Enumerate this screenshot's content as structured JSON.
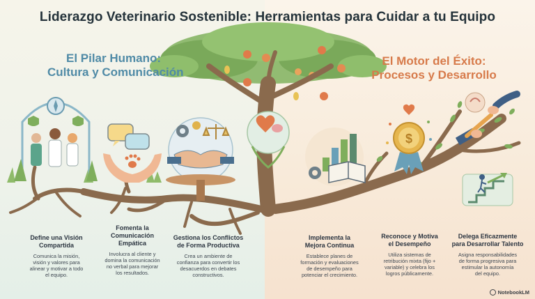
{
  "title": "Liderazgo Veterinario Sostenible: Herramientas para Cuidar a tu Equipo",
  "left_pillar": {
    "line1": "El Pilar Humano:",
    "line2": "Cultura y Comunicación"
  },
  "right_pillar": {
    "line1": "El Motor del Éxito:",
    "line2": "Procesos y Desarrollo"
  },
  "cards": [
    {
      "title_lines": [
        "Define una Visión",
        "Compartida"
      ],
      "desc_lines": [
        "Comunica la misión,",
        "visión y valores para",
        "alinear y motivar a todo",
        "el equipo."
      ]
    },
    {
      "title_lines": [
        "Fomenta la",
        "Comunicación",
        "Empática"
      ],
      "desc_lines": [
        "Involucra al cliente y",
        "domina la comunicación",
        "no verbal para mejorar",
        "los resultados."
      ]
    },
    {
      "title_lines": [
        "Gestiona los Conflictos",
        "de Forma Productiva"
      ],
      "desc_lines": [
        "Crea un ambiente de",
        "confianza para convertir los",
        "desacuerdos en debates",
        "constructivos."
      ]
    },
    {
      "title_lines": [
        "Implementa la",
        "Mejora Continua"
      ],
      "desc_lines": [
        "Establece planes de",
        "formación y evaluaciones",
        "de desempeño para",
        "potenciar el crecimiento."
      ]
    },
    {
      "title_lines": [
        "Reconoce y Motiva",
        "el Desempeño"
      ],
      "desc_lines": [
        "Utiliza sistemas de",
        "retribución mixta (fijo +",
        "variable) y celebra los",
        "logros públicamente."
      ]
    },
    {
      "title_lines": [
        "Delega Eficazmente",
        "para Desarrollar Talento"
      ],
      "desc_lines": [
        "Asigna responsabilidades",
        "de forma progresiva para",
        "estimular la autonomía",
        "del equipo."
      ]
    }
  ],
  "brand": "NotebookLM",
  "colors": {
    "left_accent": "#4f8aa6",
    "right_accent": "#d77a4a",
    "trunk": "#8a6a4d",
    "foliage": "#7fae5c"
  },
  "icons": [
    "compass-icon",
    "shield-icon",
    "veterinarian-team-icon",
    "speech-bubbles-icon",
    "paw-icon",
    "hands-icon",
    "gears-icon",
    "scales-icon",
    "handshake-icon",
    "heart-brain-icon",
    "bar-chart-icon",
    "book-icon",
    "gear-icon",
    "medal-icon",
    "dollar-icon",
    "heart-icon",
    "brain-icon",
    "baton-handoff-icon",
    "stairs-climber-icon"
  ]
}
